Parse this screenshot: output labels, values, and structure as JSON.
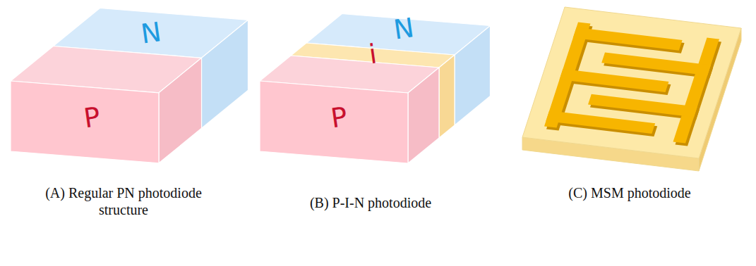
{
  "diagram": {
    "nodes": [
      {
        "text": [
          "P"
        ]
      },
      {
        "text": [
          "N"
        ]
      },
      {
        "text": [
          "P"
        ]
      },
      {
        "text": [
          "i"
        ]
      },
      {
        "text": [
          "N"
        ]
      }
    ],
    "labels": [
      "(A) Regular PN photodiode structure",
      "(B) P-I-N photodiode",
      "(C) MSM photodiode"
    ]
  }
}
